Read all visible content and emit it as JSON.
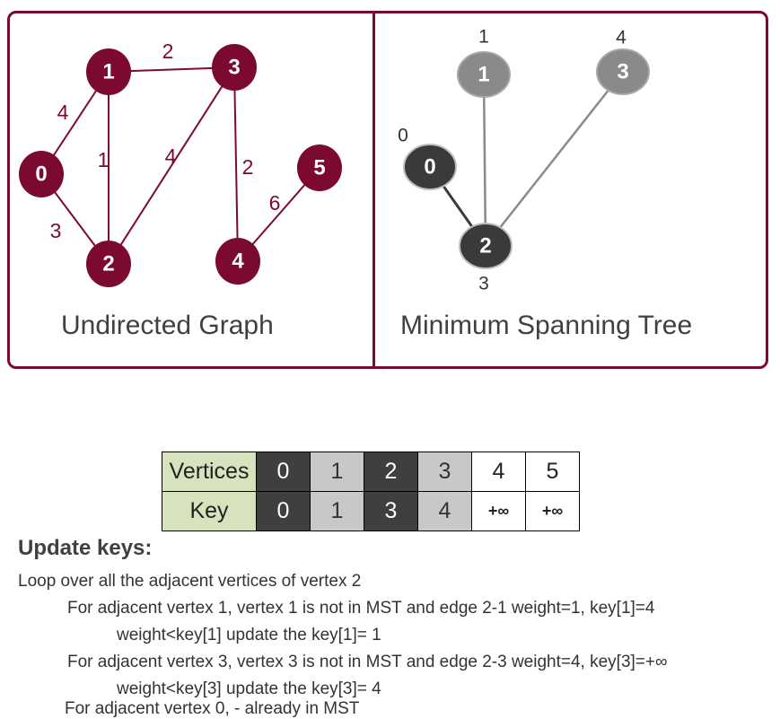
{
  "undirected_graph": {
    "caption": "Undirected Graph",
    "node_color": "#7b0a2e",
    "nodes": [
      {
        "id": "0",
        "label": "0"
      },
      {
        "id": "1",
        "label": "1"
      },
      {
        "id": "2",
        "label": "2"
      },
      {
        "id": "3",
        "label": "3"
      },
      {
        "id": "4",
        "label": "4"
      },
      {
        "id": "5",
        "label": "5"
      }
    ],
    "edges": [
      {
        "from": "0",
        "to": "1",
        "weight": "4"
      },
      {
        "from": "0",
        "to": "2",
        "weight": "3"
      },
      {
        "from": "1",
        "to": "2",
        "weight": "1"
      },
      {
        "from": "1",
        "to": "3",
        "weight": "2"
      },
      {
        "from": "2",
        "to": "3",
        "weight": "4"
      },
      {
        "from": "3",
        "to": "4",
        "weight": "2"
      },
      {
        "from": "4",
        "to": "5",
        "weight": "6"
      }
    ]
  },
  "mst": {
    "caption": "Minimum Spanning Tree",
    "in_mst_color": "#3a3a3a",
    "candidate_color": "#8a8a8a",
    "nodes": [
      {
        "id": "0",
        "label": "0",
        "key": "0",
        "state": "in_mst"
      },
      {
        "id": "1",
        "label": "1",
        "key": "1",
        "state": "candidate"
      },
      {
        "id": "2",
        "label": "2",
        "key": "3",
        "state": "in_mst"
      },
      {
        "id": "3",
        "label": "3",
        "key": "4",
        "state": "candidate"
      }
    ],
    "edges": [
      {
        "from": "0",
        "to": "2",
        "state": "in_mst"
      },
      {
        "from": "2",
        "to": "1",
        "state": "candidate"
      },
      {
        "from": "2",
        "to": "3",
        "state": "candidate"
      }
    ]
  },
  "table": {
    "rows": [
      {
        "header": "Vertices",
        "cells": [
          "0",
          "1",
          "2",
          "3",
          "4",
          "5"
        ]
      },
      {
        "header": "Key",
        "cells": [
          "0",
          "1",
          "3",
          "4",
          "+∞",
          "+∞"
        ]
      }
    ]
  },
  "update": {
    "title": "Update keys:",
    "lines": [
      "Loop over all the adjacent vertices of vertex 2",
      "For adjacent vertex 1, vertex 1 is not in MST and edge 2-1 weight=1, key[1]=4",
      "weight<key[1] update the key[1]= 1",
      "For adjacent vertex 3, vertex 3 is not in MST and edge 2-3 weight=4, key[3]=+∞",
      "weight<key[3] update the key[3]= 4",
      "For adjacent vertex 0, - already in MST"
    ]
  }
}
